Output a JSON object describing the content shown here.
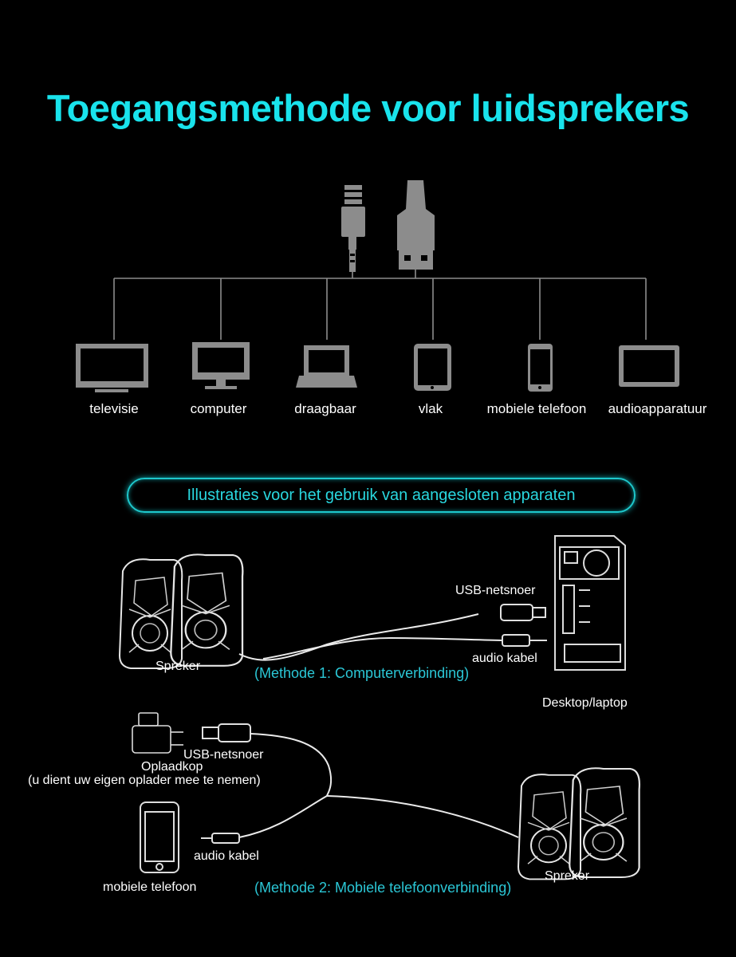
{
  "title": "Toegangsmethode voor luidsprekers",
  "devices": [
    {
      "label": "televisie",
      "icon": "tv-icon"
    },
    {
      "label": "computer",
      "icon": "monitor-icon"
    },
    {
      "label": "draagbaar",
      "icon": "laptop-icon"
    },
    {
      "label": "vlak",
      "icon": "tablet-icon"
    },
    {
      "label": "mobiele telefoon",
      "icon": "phone-icon"
    },
    {
      "label": "audioapparatuur",
      "icon": "audio-device-icon"
    }
  ],
  "illustrations_banner": "Illustraties voor het gebruik van aangesloten apparaten",
  "method1": {
    "speaker_label": "Spreker",
    "usb_label": "USB-netsnoer",
    "audio_label": "audio kabel",
    "caption": "(Methode 1: Computerverbinding)",
    "desktop_label": "Desktop/laptop"
  },
  "method2": {
    "charger_label": "Oplaadkop",
    "charger_note": "(u dient uw eigen oplader mee te nemen)",
    "usb_label": "USB-netsnoer",
    "audio_label": "audio kabel",
    "phone_label": "mobiele telefoon",
    "caption": "(Methode 2: Mobiele telefoonverbinding)",
    "speaker_label": "Spreker"
  },
  "colors": {
    "accent": "#19e3ec",
    "icon_gray": "#8c8c8c",
    "background": "#000000"
  }
}
